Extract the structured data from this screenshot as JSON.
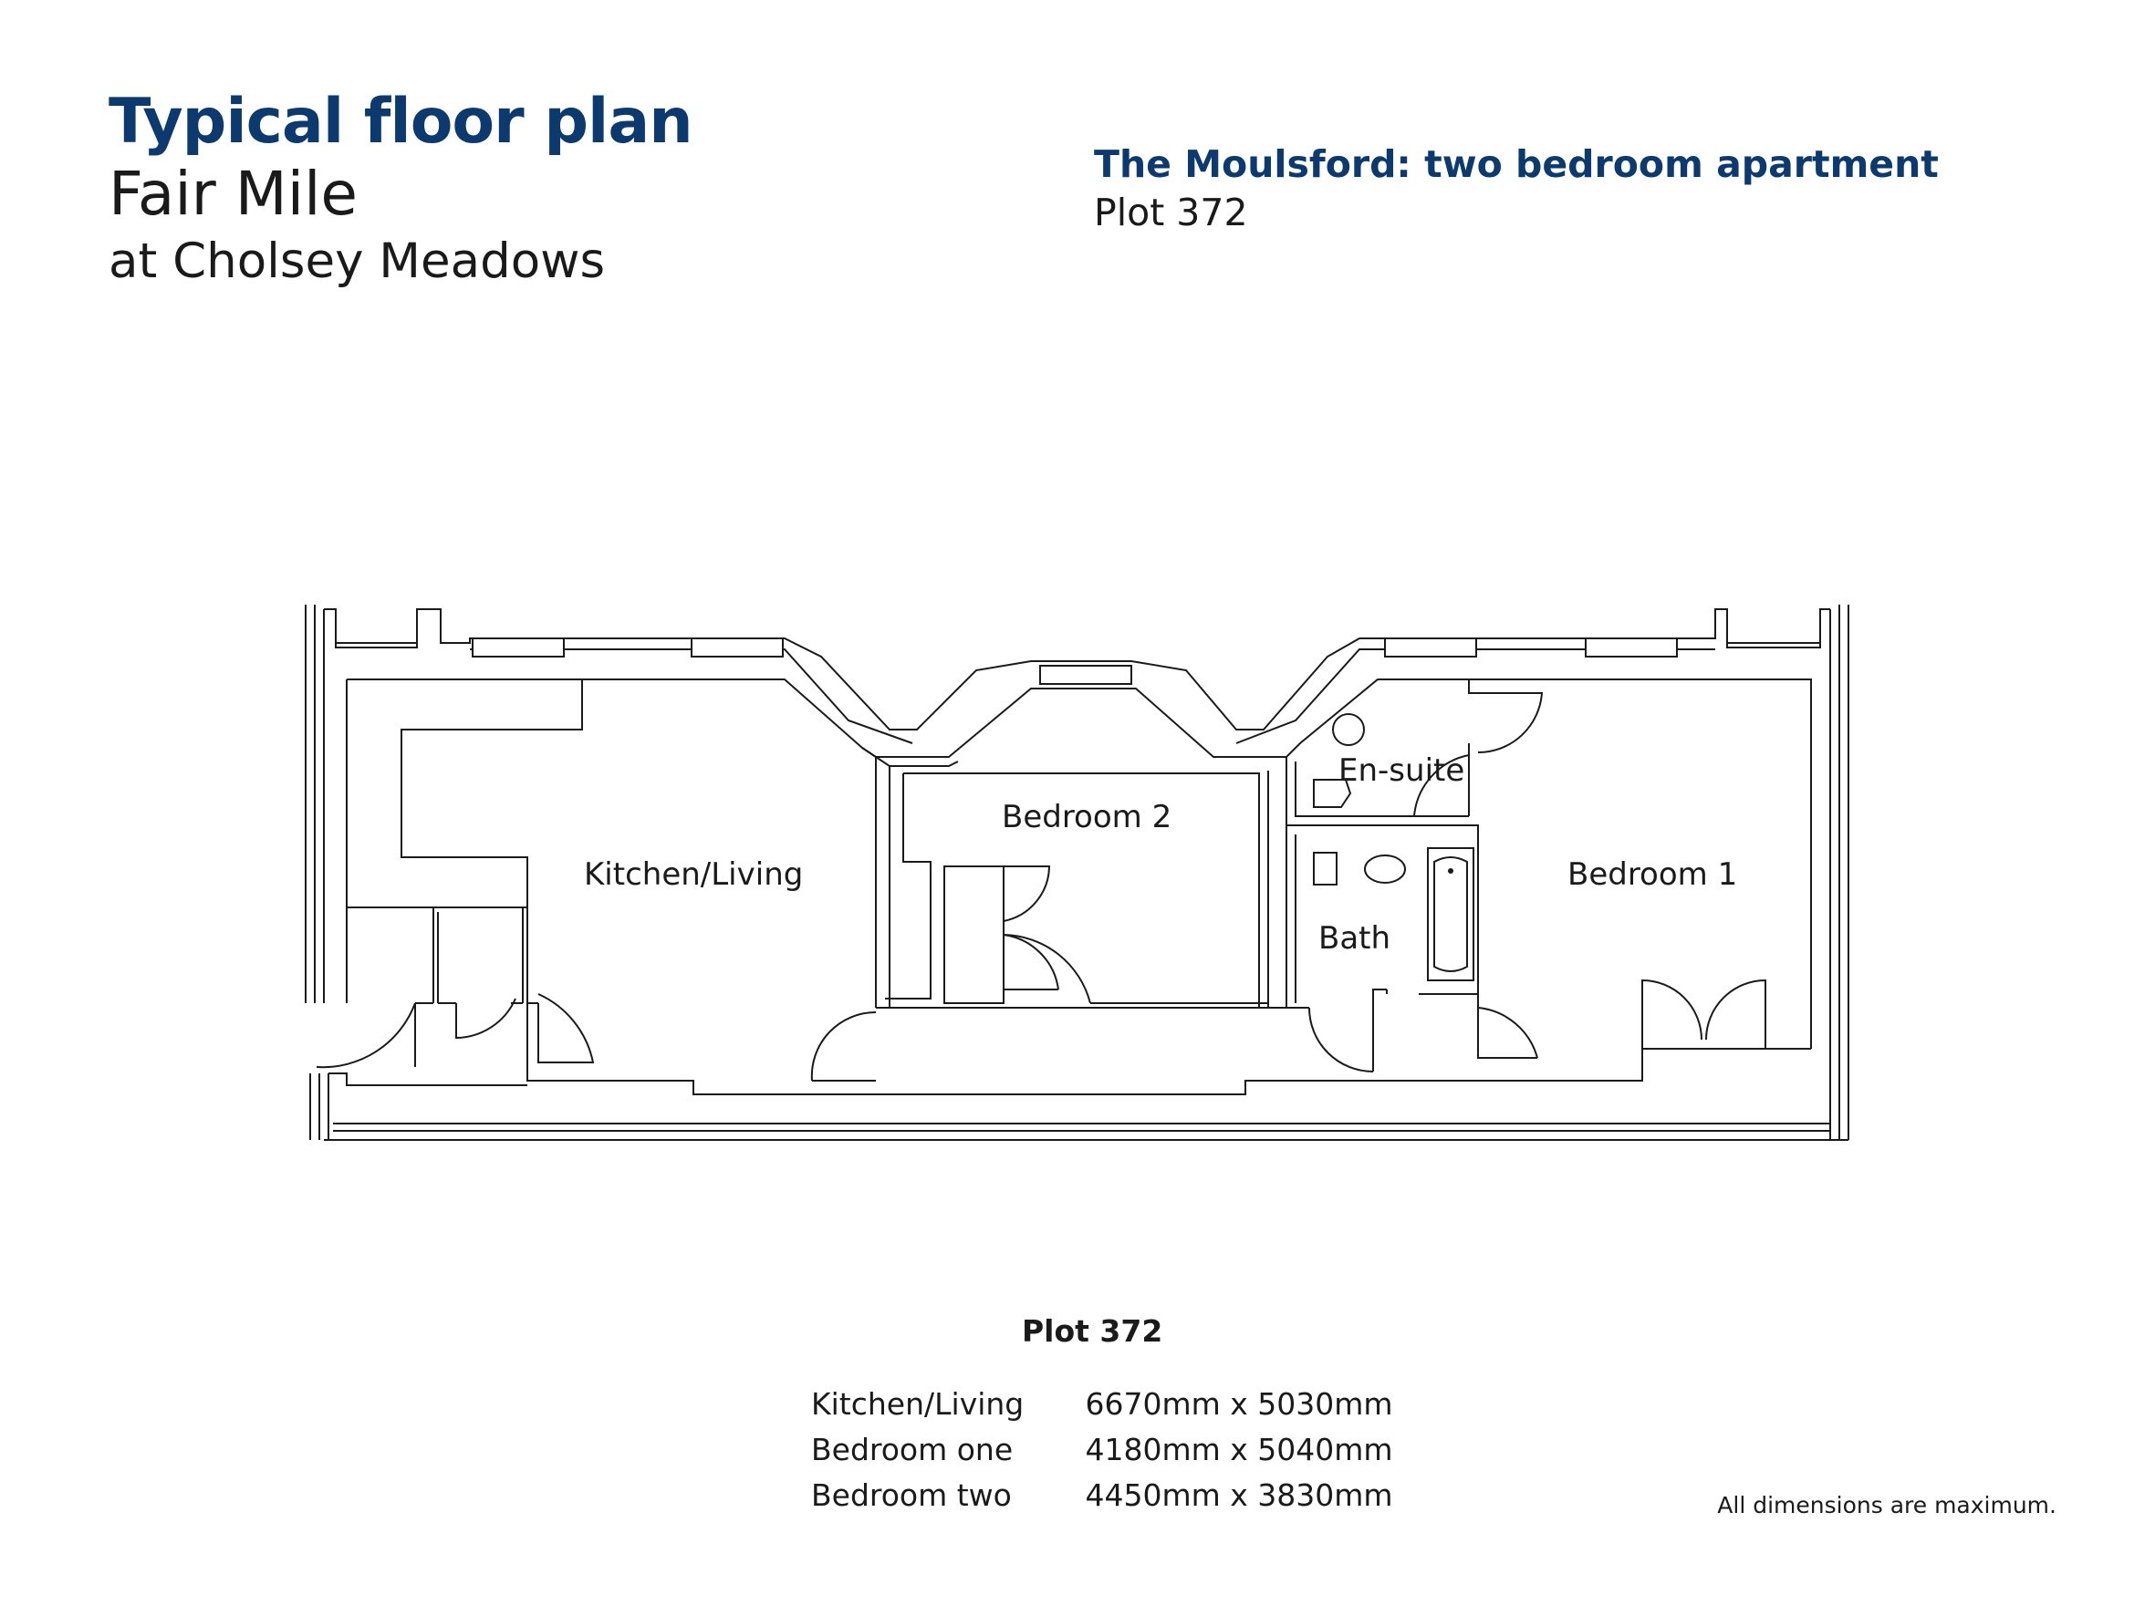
{
  "header": {
    "title": "Typical floor plan",
    "development": "Fair Mile",
    "location": "at Cholsey Meadows",
    "house_type": "The Moulsford: two bedroom apartment",
    "plot": "Plot 372"
  },
  "plan": {
    "rooms": {
      "kitchen_living": "Kitchen/Living",
      "bedroom_2": "Bedroom 2",
      "en_suite": "En-suite",
      "bath": "Bath",
      "bedroom_1": "Bedroom 1"
    }
  },
  "schedule": {
    "heading": "Plot 372",
    "rows": [
      {
        "room": "Kitchen/Living",
        "size": "6670mm x 5030mm"
      },
      {
        "room": "Bedroom one",
        "size": "4180mm x 5040mm"
      },
      {
        "room": "Bedroom two",
        "size": "4450mm x 3830mm"
      }
    ],
    "footnote": "All dimensions are maximum."
  },
  "colors": {
    "brand_navy": "#0d3a6e",
    "text": "#1a1a1a",
    "background": "#ffffff"
  }
}
